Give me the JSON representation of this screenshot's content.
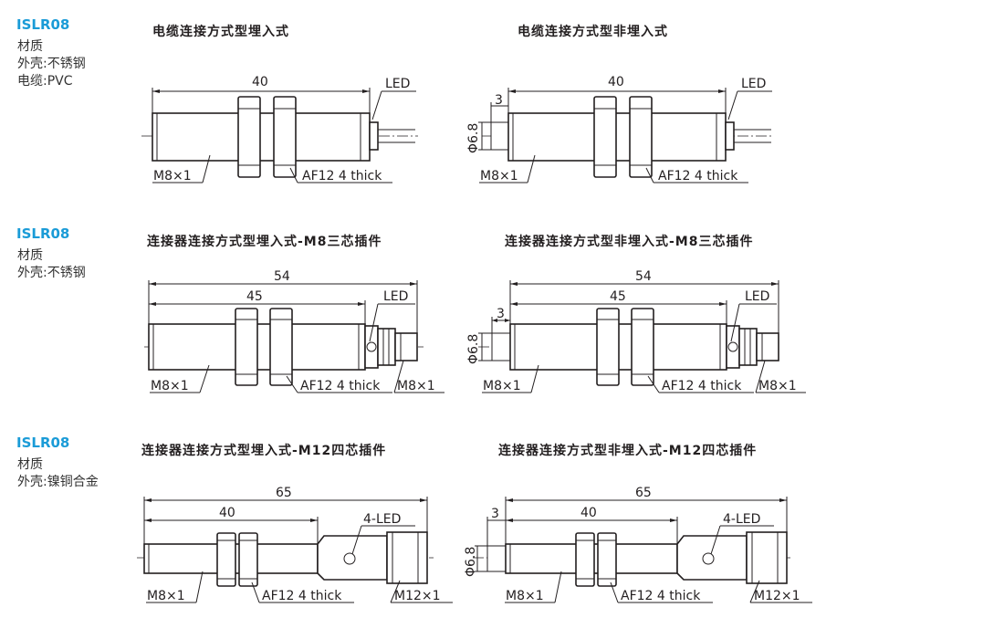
{
  "rows": [
    {
      "model": "ISLR08",
      "material_title": "材质",
      "material_lines": [
        "外壳:不锈钢",
        "电缆:PVC"
      ],
      "left_caption": "电缆连接方式型埋入式",
      "right_caption": "电缆连接方式型非埋入式"
    },
    {
      "model": "ISLR08",
      "material_title": "材质",
      "material_lines": [
        "外壳:不锈钢"
      ],
      "left_caption": "连接器连接方式型埋入式-M8三芯插件",
      "right_caption": "连接器连接方式型非埋入式-M8三芯插件"
    },
    {
      "model": "ISLR08",
      "material_title": "材质",
      "material_lines": [
        "外壳:镍铜合金"
      ],
      "left_caption": "连接器连接方式型埋入式-M12四芯插件",
      "right_caption": "连接器连接方式型非埋入式-M12四芯插件"
    }
  ],
  "labels": {
    "dim_40": "40",
    "dim_54": "54",
    "dim_45": "45",
    "dim_65": "65",
    "dim_3": "3",
    "diameter": "Φ6.8",
    "thread_m8": "M8×1",
    "thread_m12": "M12×1",
    "nut": "AF12 4 thick",
    "led": "LED",
    "led4": "4-LED"
  },
  "colors": {
    "model": "#1a9bd7",
    "line": "#231f20"
  }
}
